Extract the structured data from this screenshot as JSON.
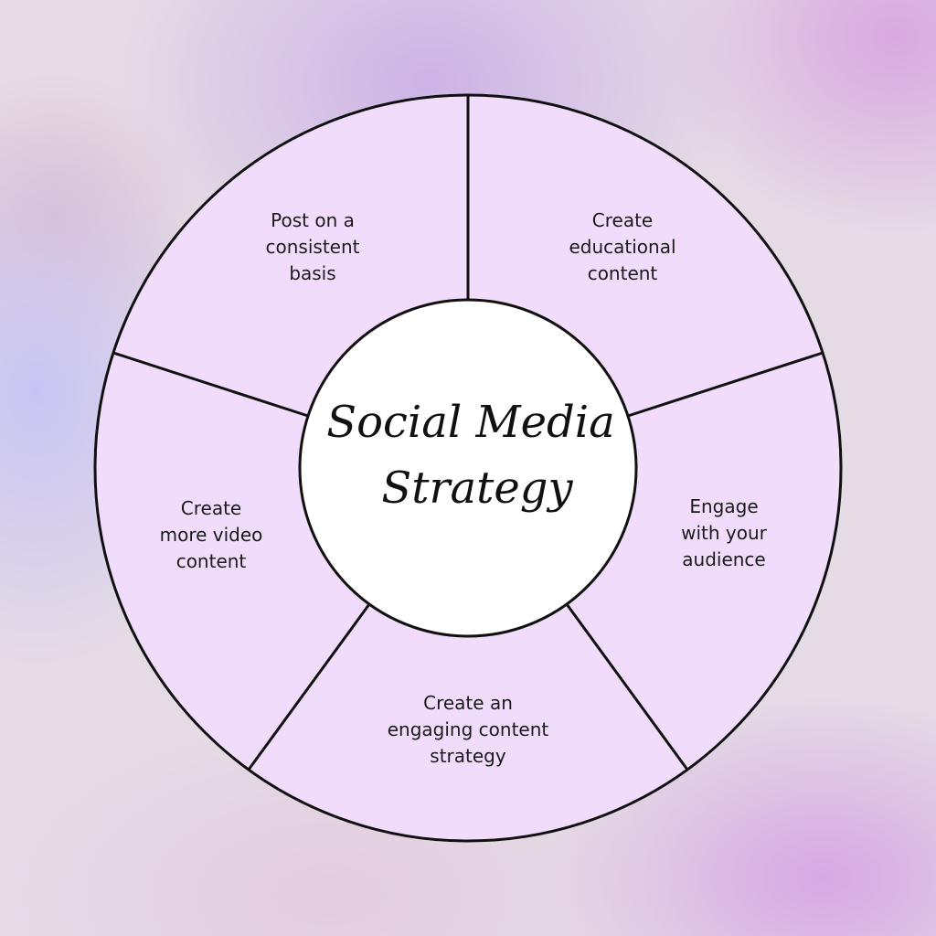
{
  "diagram": {
    "title_line1": "Social Media",
    "title_line2": "Strategy",
    "segments": [
      {
        "lines": [
          "Post on a",
          "consistent",
          "basis"
        ]
      },
      {
        "lines": [
          "Create",
          "educational",
          "content"
        ]
      },
      {
        "lines": [
          "Engage",
          "with your",
          "audience"
        ]
      },
      {
        "lines": [
          "Create an",
          "engaging content",
          "strategy"
        ]
      },
      {
        "lines": [
          "Create",
          "more video",
          "content"
        ]
      }
    ],
    "colors": {
      "segment_fill": "#f1dcfb",
      "center_fill": "#ffffff",
      "stroke": "#111111"
    }
  }
}
